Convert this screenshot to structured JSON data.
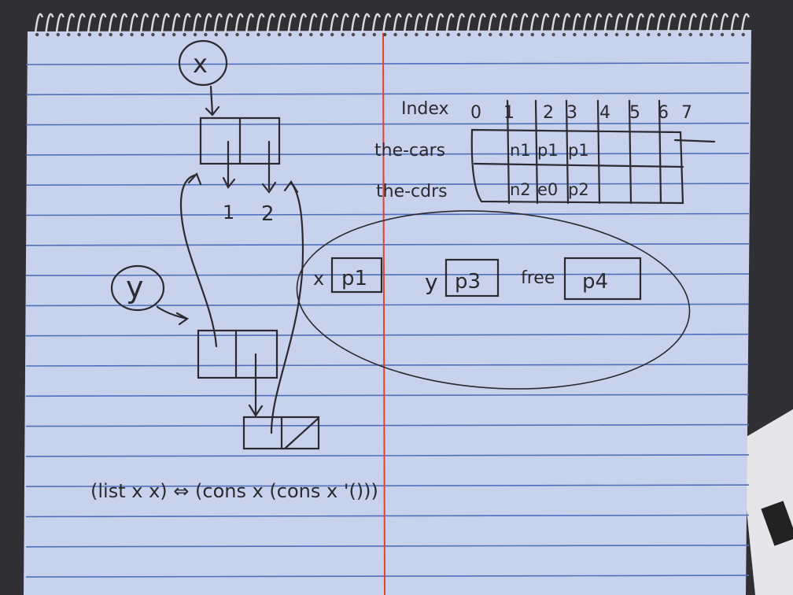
{
  "labels": {
    "x_var": "x",
    "y_var": "y",
    "one": "1",
    "two": "2",
    "index": "Index",
    "the_cars": "the-cars",
    "the_cdrs": "the-cdrs",
    "x_reg": "x",
    "y_reg": "y",
    "free_reg": "free",
    "x_val": "p1",
    "y_val": "p3",
    "free_val": "p4",
    "equation": "(list x x) ⇔ (cons x (cons x '()))"
  },
  "table": {
    "indices": [
      "0",
      "1",
      "2",
      "3",
      "4",
      "5",
      "6",
      "7"
    ],
    "cars": [
      "",
      "n1",
      "p1",
      "p1",
      "",
      "",
      "",
      ""
    ],
    "cdrs": [
      "",
      "n2",
      "e0",
      "p2",
      "",
      "",
      "",
      ""
    ]
  },
  "colors": {
    "paper": "#c9d2ec",
    "rule_line": "#4f6fbd",
    "margin_line": "#e2412f",
    "ink": "#2a2a30",
    "spiral": "#d9d9dd"
  }
}
